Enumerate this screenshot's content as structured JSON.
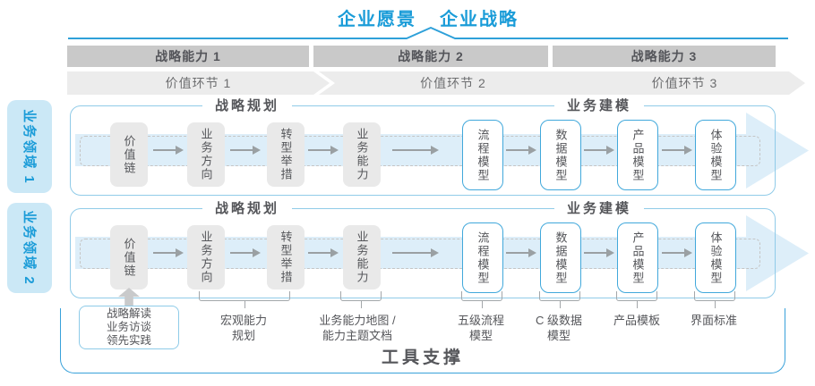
{
  "header": {
    "vision": "企业愿景",
    "strategy": "企业战略"
  },
  "bars": {
    "capabilities": [
      "战略能力 1",
      "战略能力 2",
      "战略能力 3"
    ],
    "value_links": [
      "价值环节 1",
      "价值环节 2",
      "价值环节 3"
    ]
  },
  "lanes": {
    "row_labels": [
      "业务领域 1",
      "业务领域 2"
    ],
    "sections": {
      "planning": "战略规划",
      "modeling": "业务建模"
    },
    "stage_boxes": {
      "gray": [
        "价值链",
        "业务方向",
        "转型举措",
        "业务能力"
      ],
      "blue": [
        "流程模型",
        "数据模型",
        "产品模型",
        "体验模型"
      ]
    }
  },
  "annotations": {
    "practice": {
      "lines": [
        "战略解读",
        "业务访谈",
        "领先实践"
      ]
    },
    "items": [
      {
        "line1": "宏观能力",
        "line2": "规划"
      },
      {
        "line1": "业务能力地图 /",
        "line2": "能力主题文档"
      },
      {
        "line1": "五级流程",
        "line2": "模型"
      },
      {
        "line1": "C 级数据",
        "line2": "模型"
      },
      {
        "line1": "产品模板"
      },
      {
        "line1": "界面标准"
      }
    ]
  },
  "footer": {
    "label": "工具支撑"
  },
  "colors": {
    "accent_blue": "#1a9cd8",
    "line_blue": "#2ea0d9",
    "bar_gray": "#c9c9c9",
    "chevron_gray": "#ececec",
    "lane_border": "#90cbe8",
    "blue_box_border": "#41a8db",
    "flow_arrow_fill": "#ddeef9",
    "domain_label_bg": "#cbe8f6",
    "text_dark": "#55565a",
    "footer_border": "#38a1da"
  }
}
